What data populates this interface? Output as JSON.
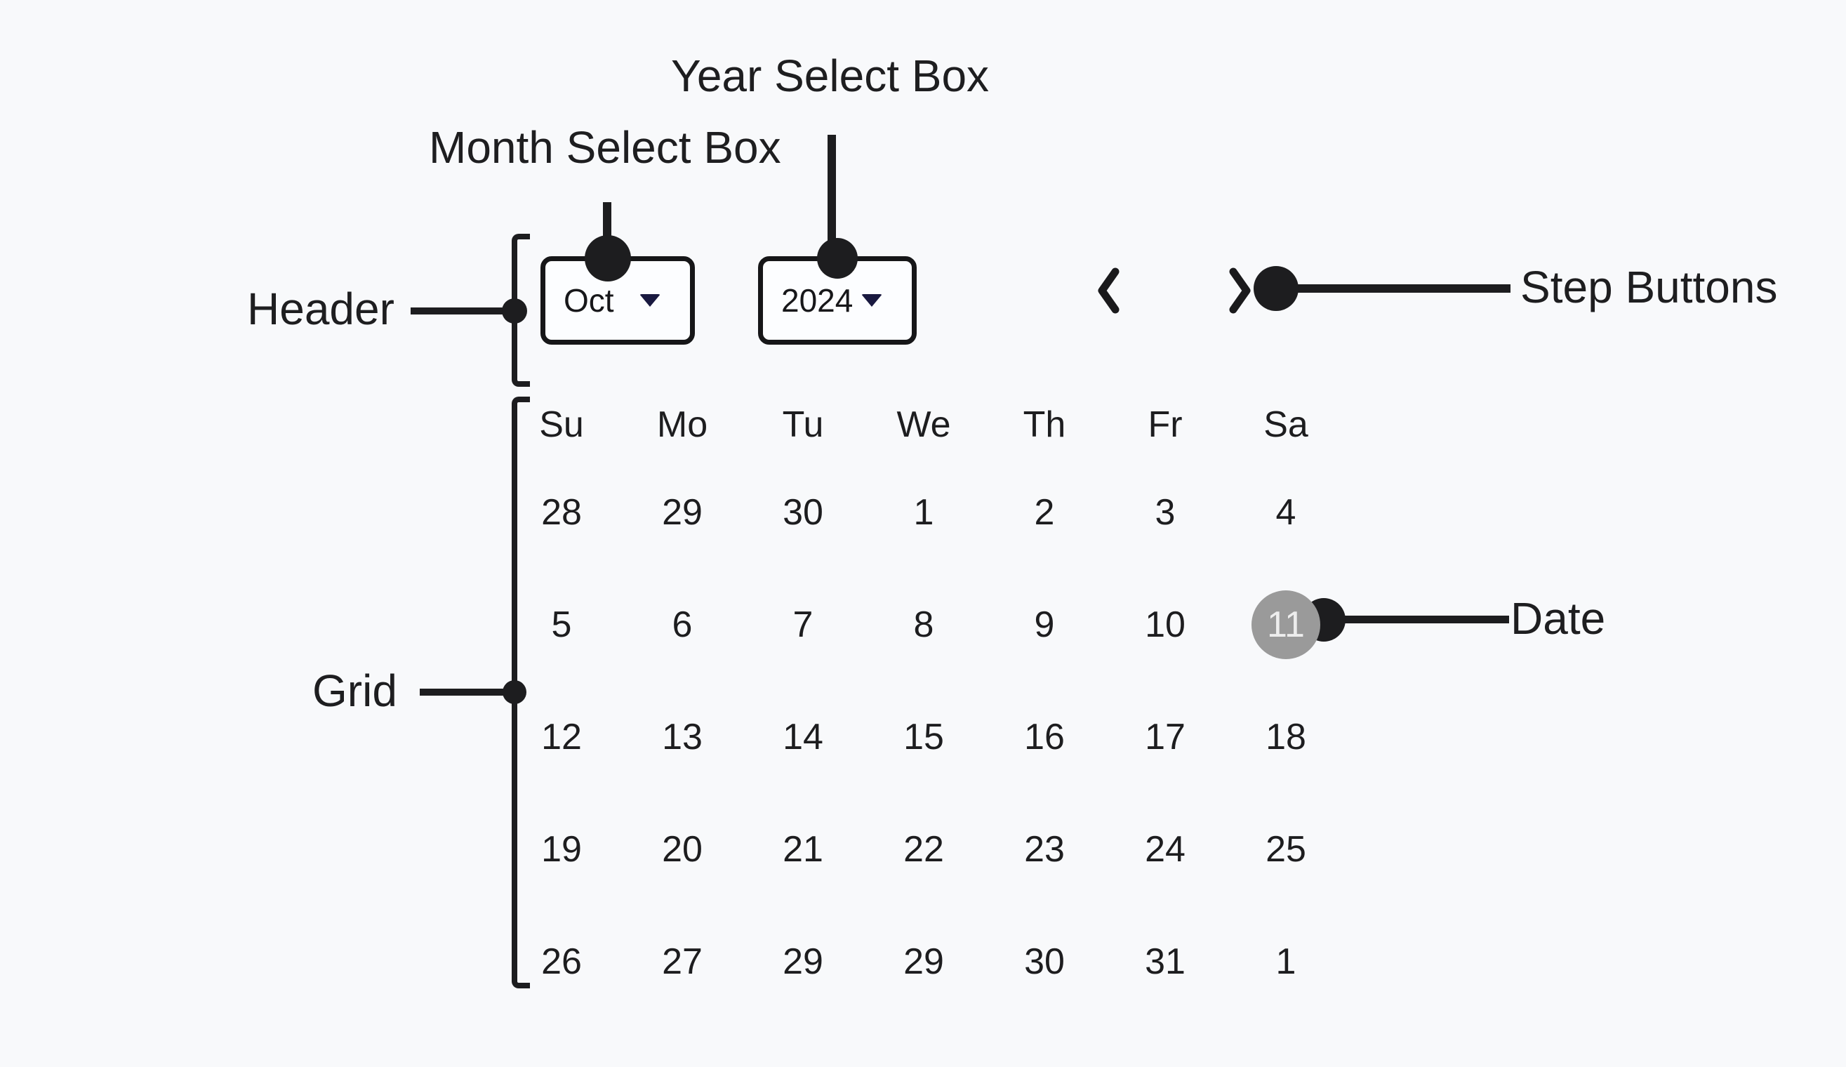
{
  "diagram": {
    "annotations": {
      "year_label": "Year Select Box",
      "month_label": "Month Select Box",
      "header_label": "Header",
      "step_label": "Step Buttons",
      "grid_label": "Grid",
      "date_label": "Date"
    },
    "calendar": {
      "month_select": {
        "value": "Oct"
      },
      "year_select": {
        "value": "2024"
      },
      "weekdays": [
        "Su",
        "Mo",
        "Tu",
        "We",
        "Th",
        "Fr",
        "Sa"
      ],
      "rows": [
        [
          "28",
          "29",
          "30",
          "1",
          "2",
          "3",
          "4"
        ],
        [
          "5",
          "6",
          "7",
          "8",
          "9",
          "10",
          "11"
        ],
        [
          "12",
          "13",
          "14",
          "15",
          "16",
          "17",
          "18"
        ],
        [
          "19",
          "20",
          "21",
          "22",
          "23",
          "24",
          "25"
        ],
        [
          "26",
          "27",
          "29",
          "29",
          "30",
          "31",
          "1"
        ]
      ],
      "selected_date": "11"
    },
    "colors": {
      "background": "#f8f9fb",
      "ink": "#1d1d1f",
      "box_background": "#fcfdff",
      "caret": "#191940",
      "selected_circle": "#9a9a9a",
      "selected_text": "#ededed"
    }
  }
}
